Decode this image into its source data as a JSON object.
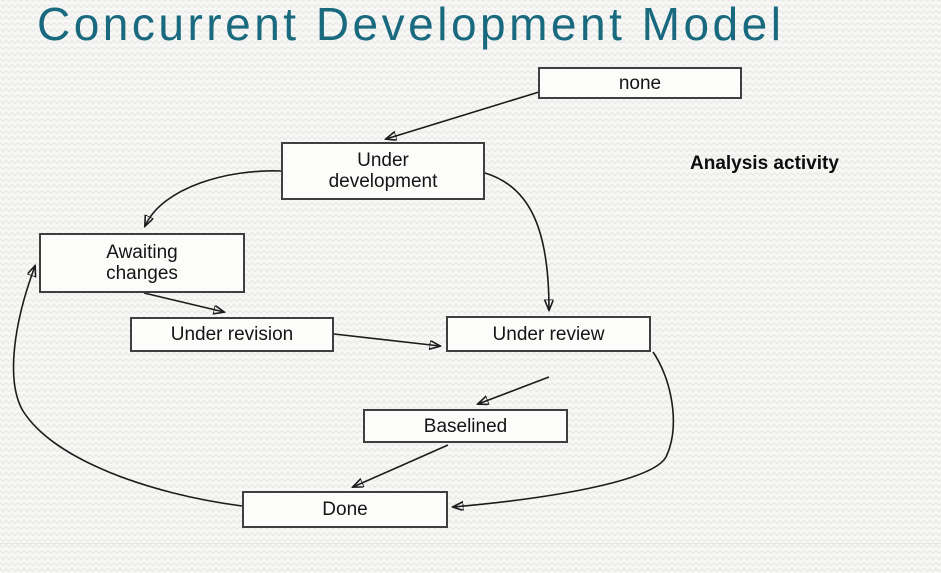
{
  "slide": {
    "title": "Concurrent Development Model",
    "activity_label": "Analysis activity"
  },
  "colors": {
    "title_text": "#19697F",
    "box_border": "#3F3F3F",
    "box_fill": "#FCFCFB",
    "arrow": "#1C1C1C",
    "background": "#F8F8F6"
  },
  "diagram": {
    "type": "state-transition-diagram",
    "nodes": [
      {
        "id": "none",
        "label": "none"
      },
      {
        "id": "under-development",
        "label": "Under\ndevelopment"
      },
      {
        "id": "awaiting-changes",
        "label": "Awaiting\nchanges"
      },
      {
        "id": "under-revision",
        "label": "Under revision"
      },
      {
        "id": "under-review",
        "label": "Under review"
      },
      {
        "id": "baselined",
        "label": "Baselined"
      },
      {
        "id": "done",
        "label": "Done"
      }
    ],
    "edges": [
      {
        "from": "none",
        "to": "under-development"
      },
      {
        "from": "under-development",
        "to": "awaiting-changes"
      },
      {
        "from": "under-development",
        "to": "under-review"
      },
      {
        "from": "awaiting-changes",
        "to": "under-revision"
      },
      {
        "from": "under-revision",
        "to": "under-review"
      },
      {
        "from": "under-review",
        "to": "baselined"
      },
      {
        "from": "baselined",
        "to": "done"
      },
      {
        "from": "under-review",
        "to": "done"
      },
      {
        "from": "done",
        "to": "awaiting-changes"
      }
    ]
  }
}
